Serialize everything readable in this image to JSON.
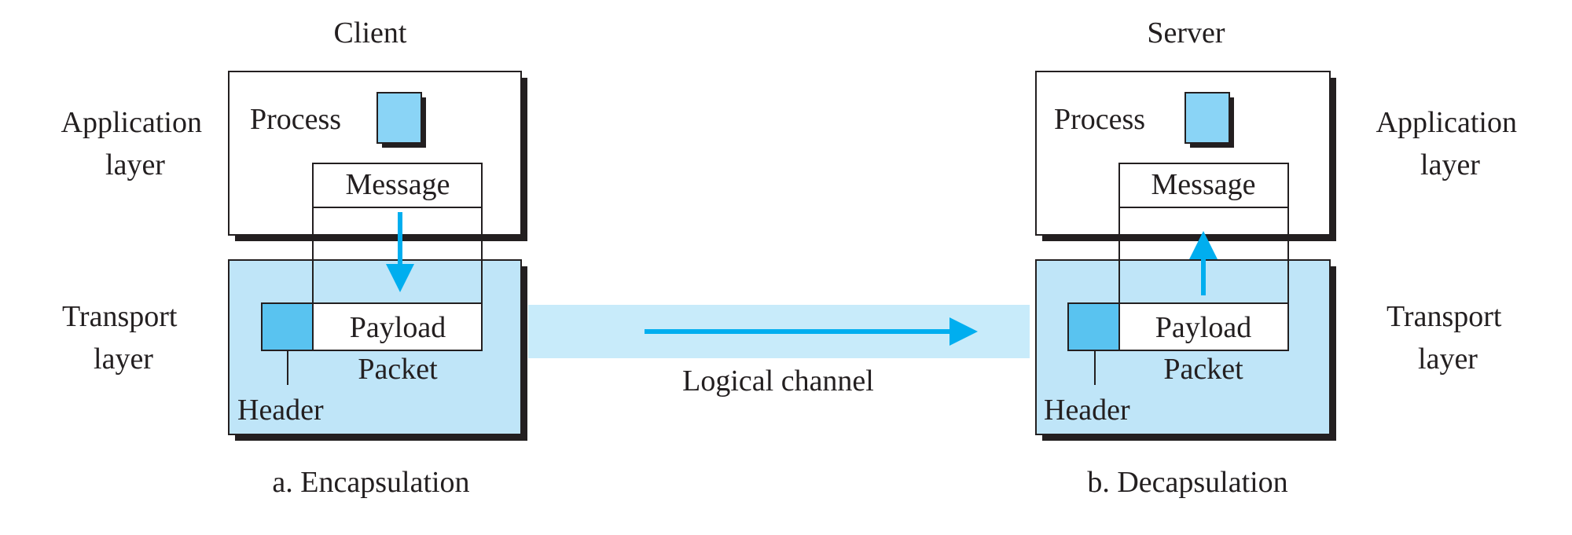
{
  "client": {
    "title": "Client",
    "application_layer": [
      "Application",
      "layer"
    ],
    "transport_layer": [
      "Transport",
      "layer"
    ],
    "process": "Process",
    "message": "Message",
    "payload": "Payload",
    "packet": "Packet",
    "header": "Header",
    "caption": "a. Encapsulation"
  },
  "server": {
    "title": "Server",
    "application_layer": [
      "Application",
      "layer"
    ],
    "transport_layer": [
      "Transport",
      "layer"
    ],
    "process": "Process",
    "message": "Message",
    "payload": "Payload",
    "packet": "Packet",
    "header": "Header",
    "caption": "b. Decapsulation"
  },
  "channel": {
    "label": "Logical channel"
  },
  "colors": {
    "accent": "#00aeef",
    "transport_fill": "#bfe5f8",
    "channel_fill": "#c8ebfa",
    "process_fill": "#8ad4f6",
    "header_fill": "#59c3f0",
    "stroke": "#231f20",
    "shadow": "#231f20"
  }
}
